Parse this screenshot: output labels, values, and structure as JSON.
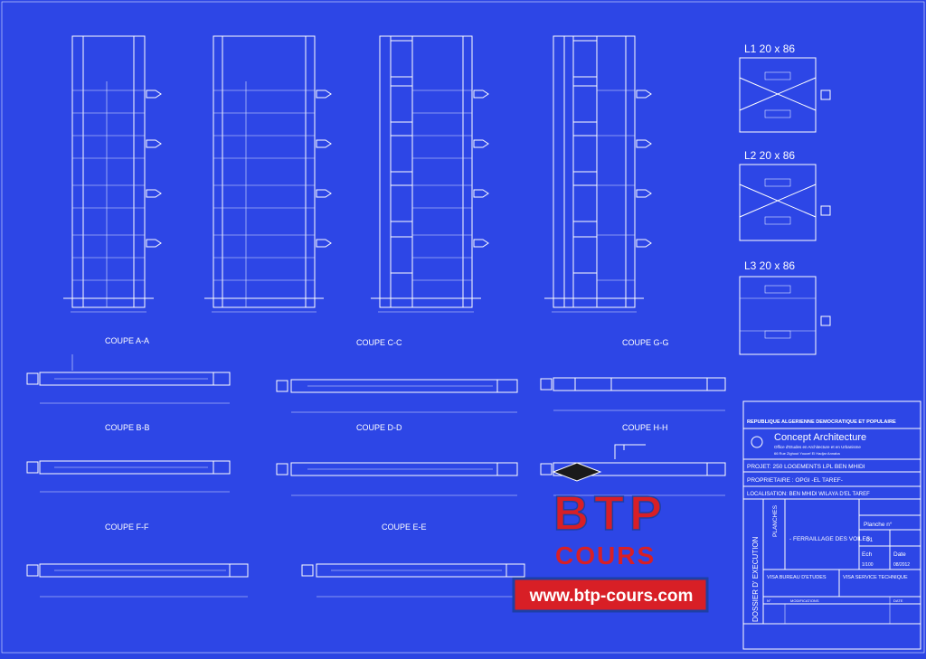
{
  "elevations": {
    "sections": [
      "L1 20 x 86",
      "L2 20 x 86",
      "L3 20 x 86"
    ]
  },
  "coupes": [
    "COUPE A-A",
    "COUPE B-B",
    "COUPE C-C",
    "COUPE D-D",
    "COUPE G-G",
    "COUPE H-H",
    "COUPE F-F",
    "COUPE E-E"
  ],
  "title_block": {
    "republic": "REPUBLIQUE ALGERIENNE DEMOCRATIQUE ET POPULAIRE",
    "firm": "Concept Architecture",
    "firm_sub": "Office d'Etudes en Architecture et en Urbanisme",
    "firm_addr": "66 Rue Zighout Youcef El Hadjar Annaba",
    "projet": "PROJET: 250 LOGEMENTS LPL BEN MHIDI",
    "proprietaire": "PROPRIETAIRE : OPGI -EL TAREF-",
    "localisation": "LOCALISATION: BEN MHIDI WILAYA D'EL TAREF",
    "planches": "PLANCHES",
    "dossier": "DOSSIER D' EXECUTION",
    "subject": "- FERRAILLAGE DES VOILES",
    "planche_label": "Planche n°",
    "planche_no": "01",
    "ech_label": "Ech",
    "date_label": "Date",
    "ech_val": "1/100",
    "date_val": "08/2012",
    "visa1": "VISA BUREAU D'ETUDES",
    "visa2": "VISA SERVICE TECHNIQUE",
    "rev_num": "N°",
    "rev_mod": "MODIFICATIONS",
    "rev_date": "DATE"
  },
  "watermark": {
    "logo": "BTP",
    "cours": "COURS",
    "url": "www.btp-cours.com"
  },
  "colors": {
    "paper": "#2d46e6",
    "lines": "#ffffff",
    "logo_red": "#d81f26",
    "logo_blue": "#1d3fa6"
  }
}
